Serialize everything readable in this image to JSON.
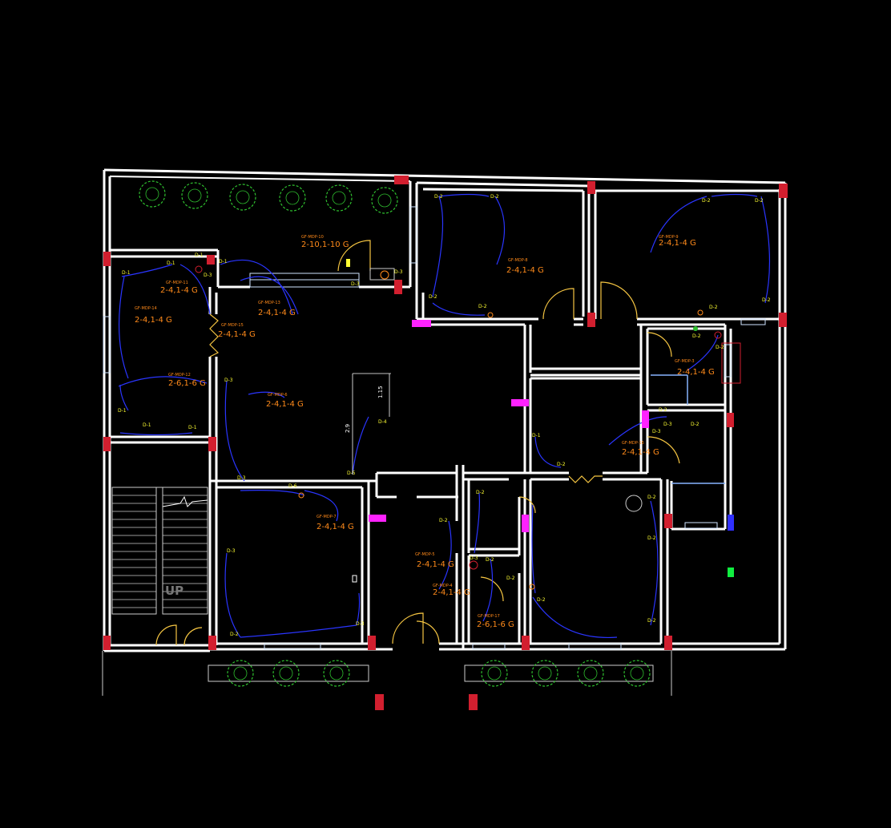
{
  "colors": {
    "background": "#000000",
    "wall": "#ffffff",
    "wiring": "#2a35ff",
    "circuit_label": "#ff8a1a",
    "device_label": "#ffff33",
    "column": "#d21f2f",
    "panel": "#ff22ff",
    "tree": "#2fbf2f",
    "window": "#cfe3ff"
  },
  "circuit_labels": {
    "c1": {
      "tag": "GF-MDP-10",
      "spec": "2-10,1-10 G"
    },
    "c2": {
      "tag": "GF-MDP-8",
      "spec": "2-4,1-4 G"
    },
    "c3": {
      "tag": "GF-MDP-9",
      "spec": "2-4,1-4 G"
    },
    "c4": {
      "tag": "GF-MDP-11",
      "spec": "2-4,1-4 G"
    },
    "c5": {
      "tag": "GF-MDP-13",
      "spec": "2-4,1-4 G"
    },
    "c6": {
      "tag": "GF-MDP-15",
      "spec": "2-4,1-4 G"
    },
    "c7": {
      "tag": "GF-MDP-14",
      "spec": "2-4,1-4 G"
    },
    "c8": {
      "tag": "GF-MDP-12",
      "spec": "2-6,1-6 G"
    },
    "c9": {
      "tag": "GF-MDP-6",
      "spec": "2-4,1-4 G"
    },
    "c10": {
      "tag": "GF-MDP-3",
      "spec": "2-4,1-4 G"
    },
    "c11": {
      "tag": "GF-MDP-7",
      "spec": "2-4,1-4 G"
    },
    "c12": {
      "tag": "GF-MDP-5",
      "spec": "2-4,1-4 G"
    },
    "c13": {
      "tag": "GF-MDP-4",
      "spec": "2-4,1-4 G"
    },
    "c14": {
      "tag": "GF-MDP-17",
      "spec": "2-6,1-6 G"
    },
    "c15": {
      "tag": "GF-MDP-16",
      "spec": "2-4,1-4 G"
    }
  },
  "devices": {
    "d1": "D-2",
    "d2": "D-2",
    "d3": "D-2",
    "d4": "D-2",
    "d5": "D-2",
    "d6": "D-2",
    "d7": "D-2",
    "d8": "D-2",
    "d9": "D-2",
    "d10": "D-2",
    "d11": "D-1",
    "d12": "D-1",
    "d13": "D-1",
    "d14": "D-1",
    "d15": "D-1",
    "d16": "D-1",
    "d17": "D-1",
    "d18": "D-3",
    "d19": "D-3",
    "d20": "D-3",
    "d21": "D-3",
    "d22": "D-3",
    "d23": "D-4",
    "d24": "D-5",
    "d25": "D-3",
    "d26": "D-2",
    "d27": "D-2",
    "d28": "D-2",
    "d29": "D-2",
    "d30": "D-2",
    "d31": "D-2",
    "d32": "D-2",
    "d33": "D-3",
    "d34": "D-3",
    "d35": "D-2",
    "d36": "D-1",
    "d37": "D-2",
    "d38": "D-3",
    "d39": "D-2",
    "d40": "D-2",
    "d41": "D-2",
    "d42": "D-6",
    "d43": "D-3"
  },
  "dimensions": {
    "dim1": "1.15",
    "dim2": "2.9"
  },
  "stair_label": "UP"
}
